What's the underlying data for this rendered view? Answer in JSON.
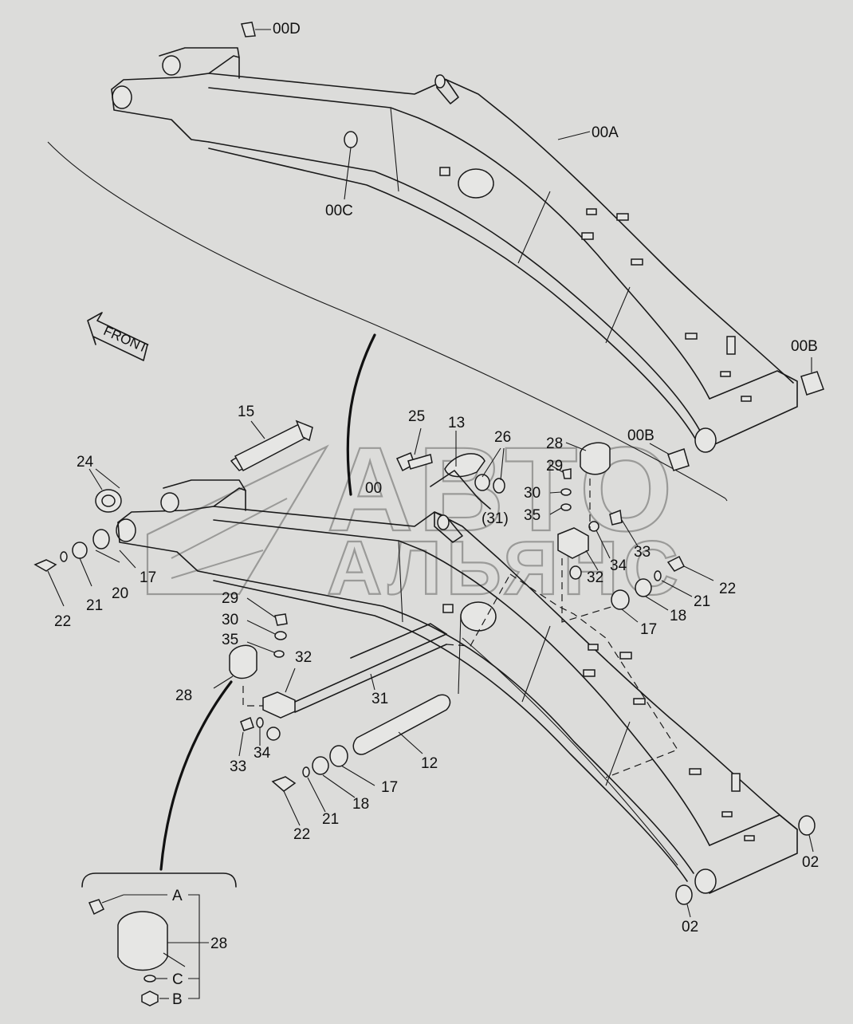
{
  "watermark": {
    "line1": "АВТО",
    "line2": "АЛЬЯНС"
  },
  "direction_label": "FRONT",
  "labels": {
    "l_00D": "00D",
    "l_00A": "00A",
    "l_00C": "00C",
    "l_00B_top": "00B",
    "l_00B_mid": "00B",
    "l_00": "00",
    "l_15": "15",
    "l_24": "24",
    "l_25": "25",
    "l_13": "13",
    "l_26": "26",
    "l_28_right": "28",
    "l_29_right": "29",
    "l_30_right": "30",
    "l_35_right": "35",
    "l_31_paren": "(31)",
    "l_33_right": "33",
    "l_34_right": "34",
    "l_32_right": "32",
    "l_22_right": "22",
    "l_21_right": "21",
    "l_18_right": "18",
    "l_17_right": "17",
    "l_17_left": "17",
    "l_20": "20",
    "l_21_left": "21",
    "l_22_left": "22",
    "l_29_left": "29",
    "l_30_left": "30",
    "l_35_left": "35",
    "l_32_left": "32",
    "l_28_left": "28",
    "l_31": "31",
    "l_33_left": "33",
    "l_34_left": "34",
    "l_12": "12",
    "l_17_bottom": "17",
    "l_18_bottom": "18",
    "l_21_bottom": "21",
    "l_22_bottom": "22",
    "l_02_right": "02",
    "l_02_bottom": "02",
    "l_A": "A",
    "l_28_detail": "28",
    "l_C": "C",
    "l_B": "B"
  },
  "colors": {
    "background": "#dcdcda",
    "ink": "#1a1a1a",
    "watermark": "#9a9a98"
  }
}
